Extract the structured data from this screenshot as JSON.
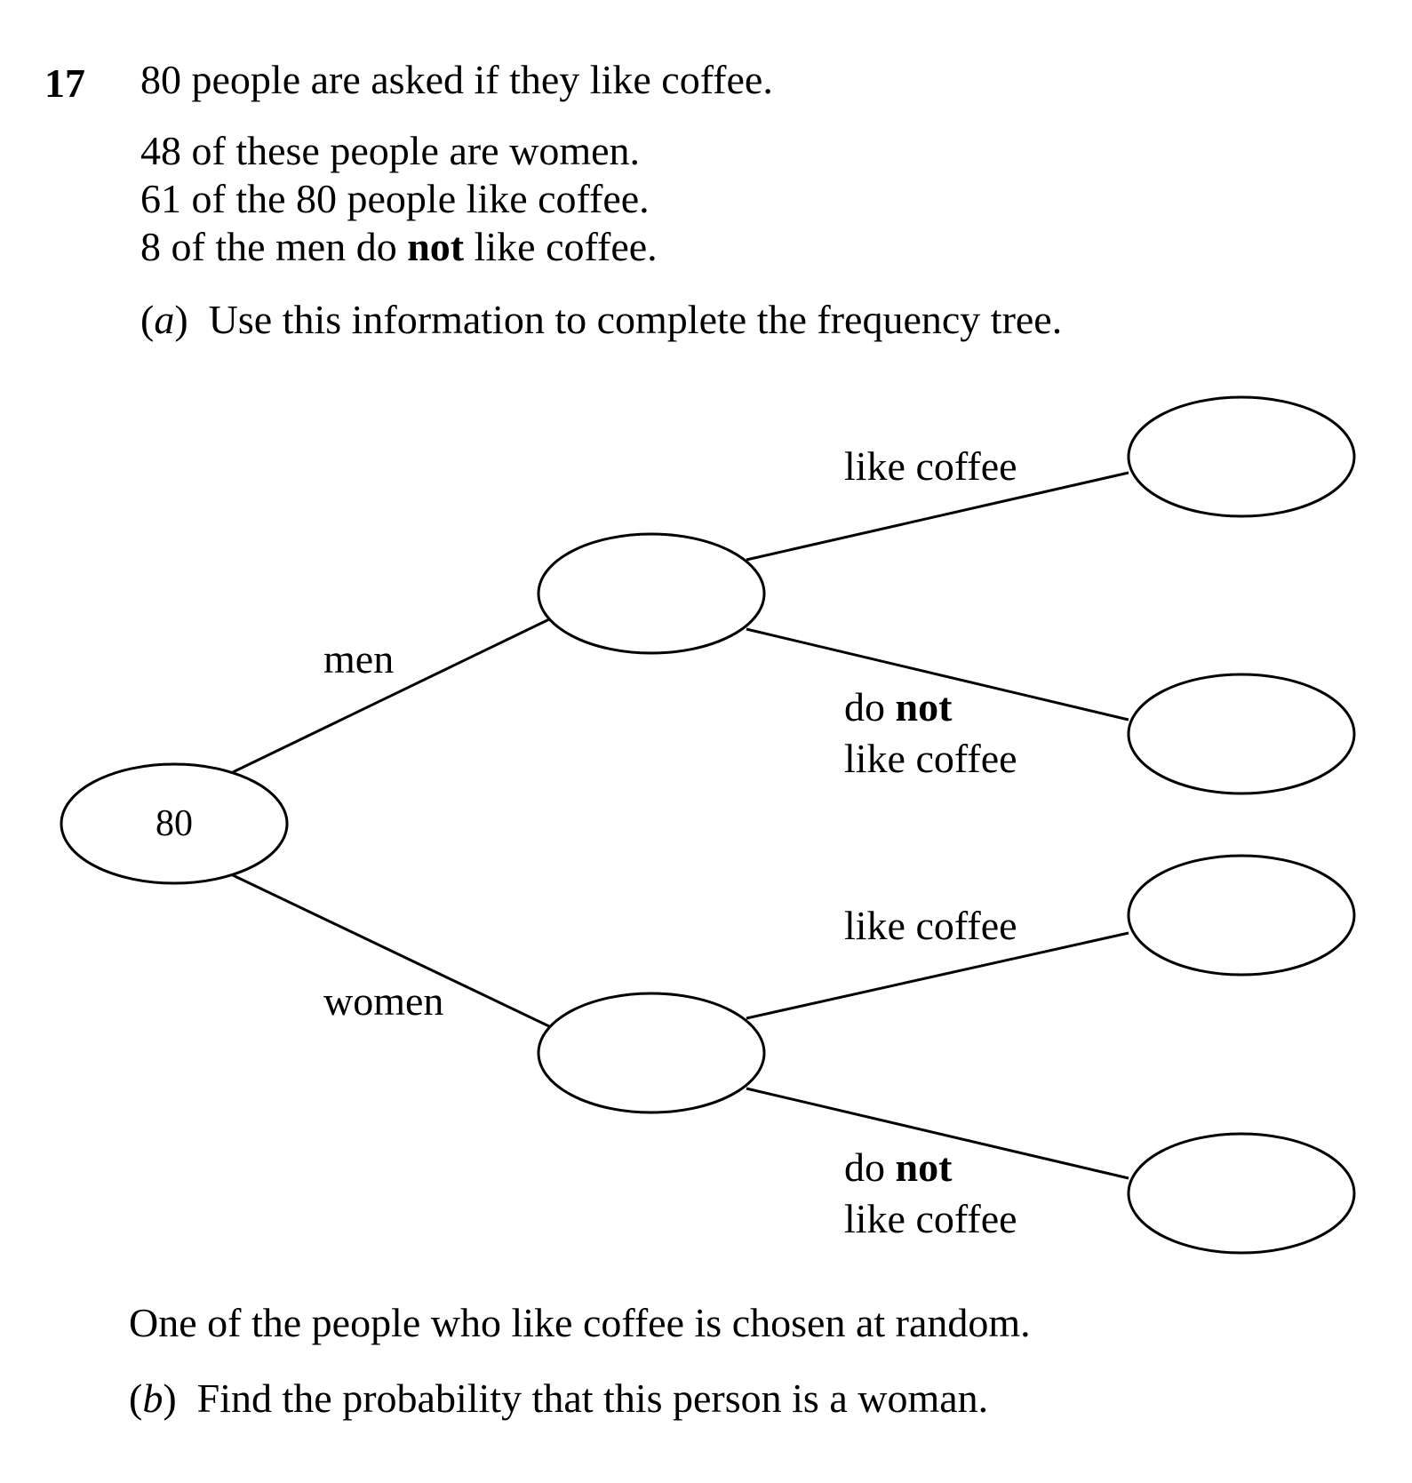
{
  "question": {
    "number": "17",
    "intro": "80 people are asked if they like coffee.",
    "facts": {
      "women": "48 of these people are women.",
      "like_coffee": "61 of the 80 people like coffee.",
      "men_not_a": "8 of the men do ",
      "men_not_bold": "not",
      "men_not_b": " like coffee."
    },
    "part_a": {
      "label": "a",
      "text": "Use this information to complete the frequency tree."
    },
    "follow_up": "One of the people who like coffee is chosen at random.",
    "part_b": {
      "label": "b",
      "text": "Find the probability that this person is a woman."
    }
  },
  "tree": {
    "root_value": "80",
    "branches": {
      "men": "men",
      "women": "women"
    },
    "outcomes": {
      "like": "like coffee",
      "not_a": "do ",
      "not_bold": "not",
      "not_b": "like coffee"
    }
  }
}
